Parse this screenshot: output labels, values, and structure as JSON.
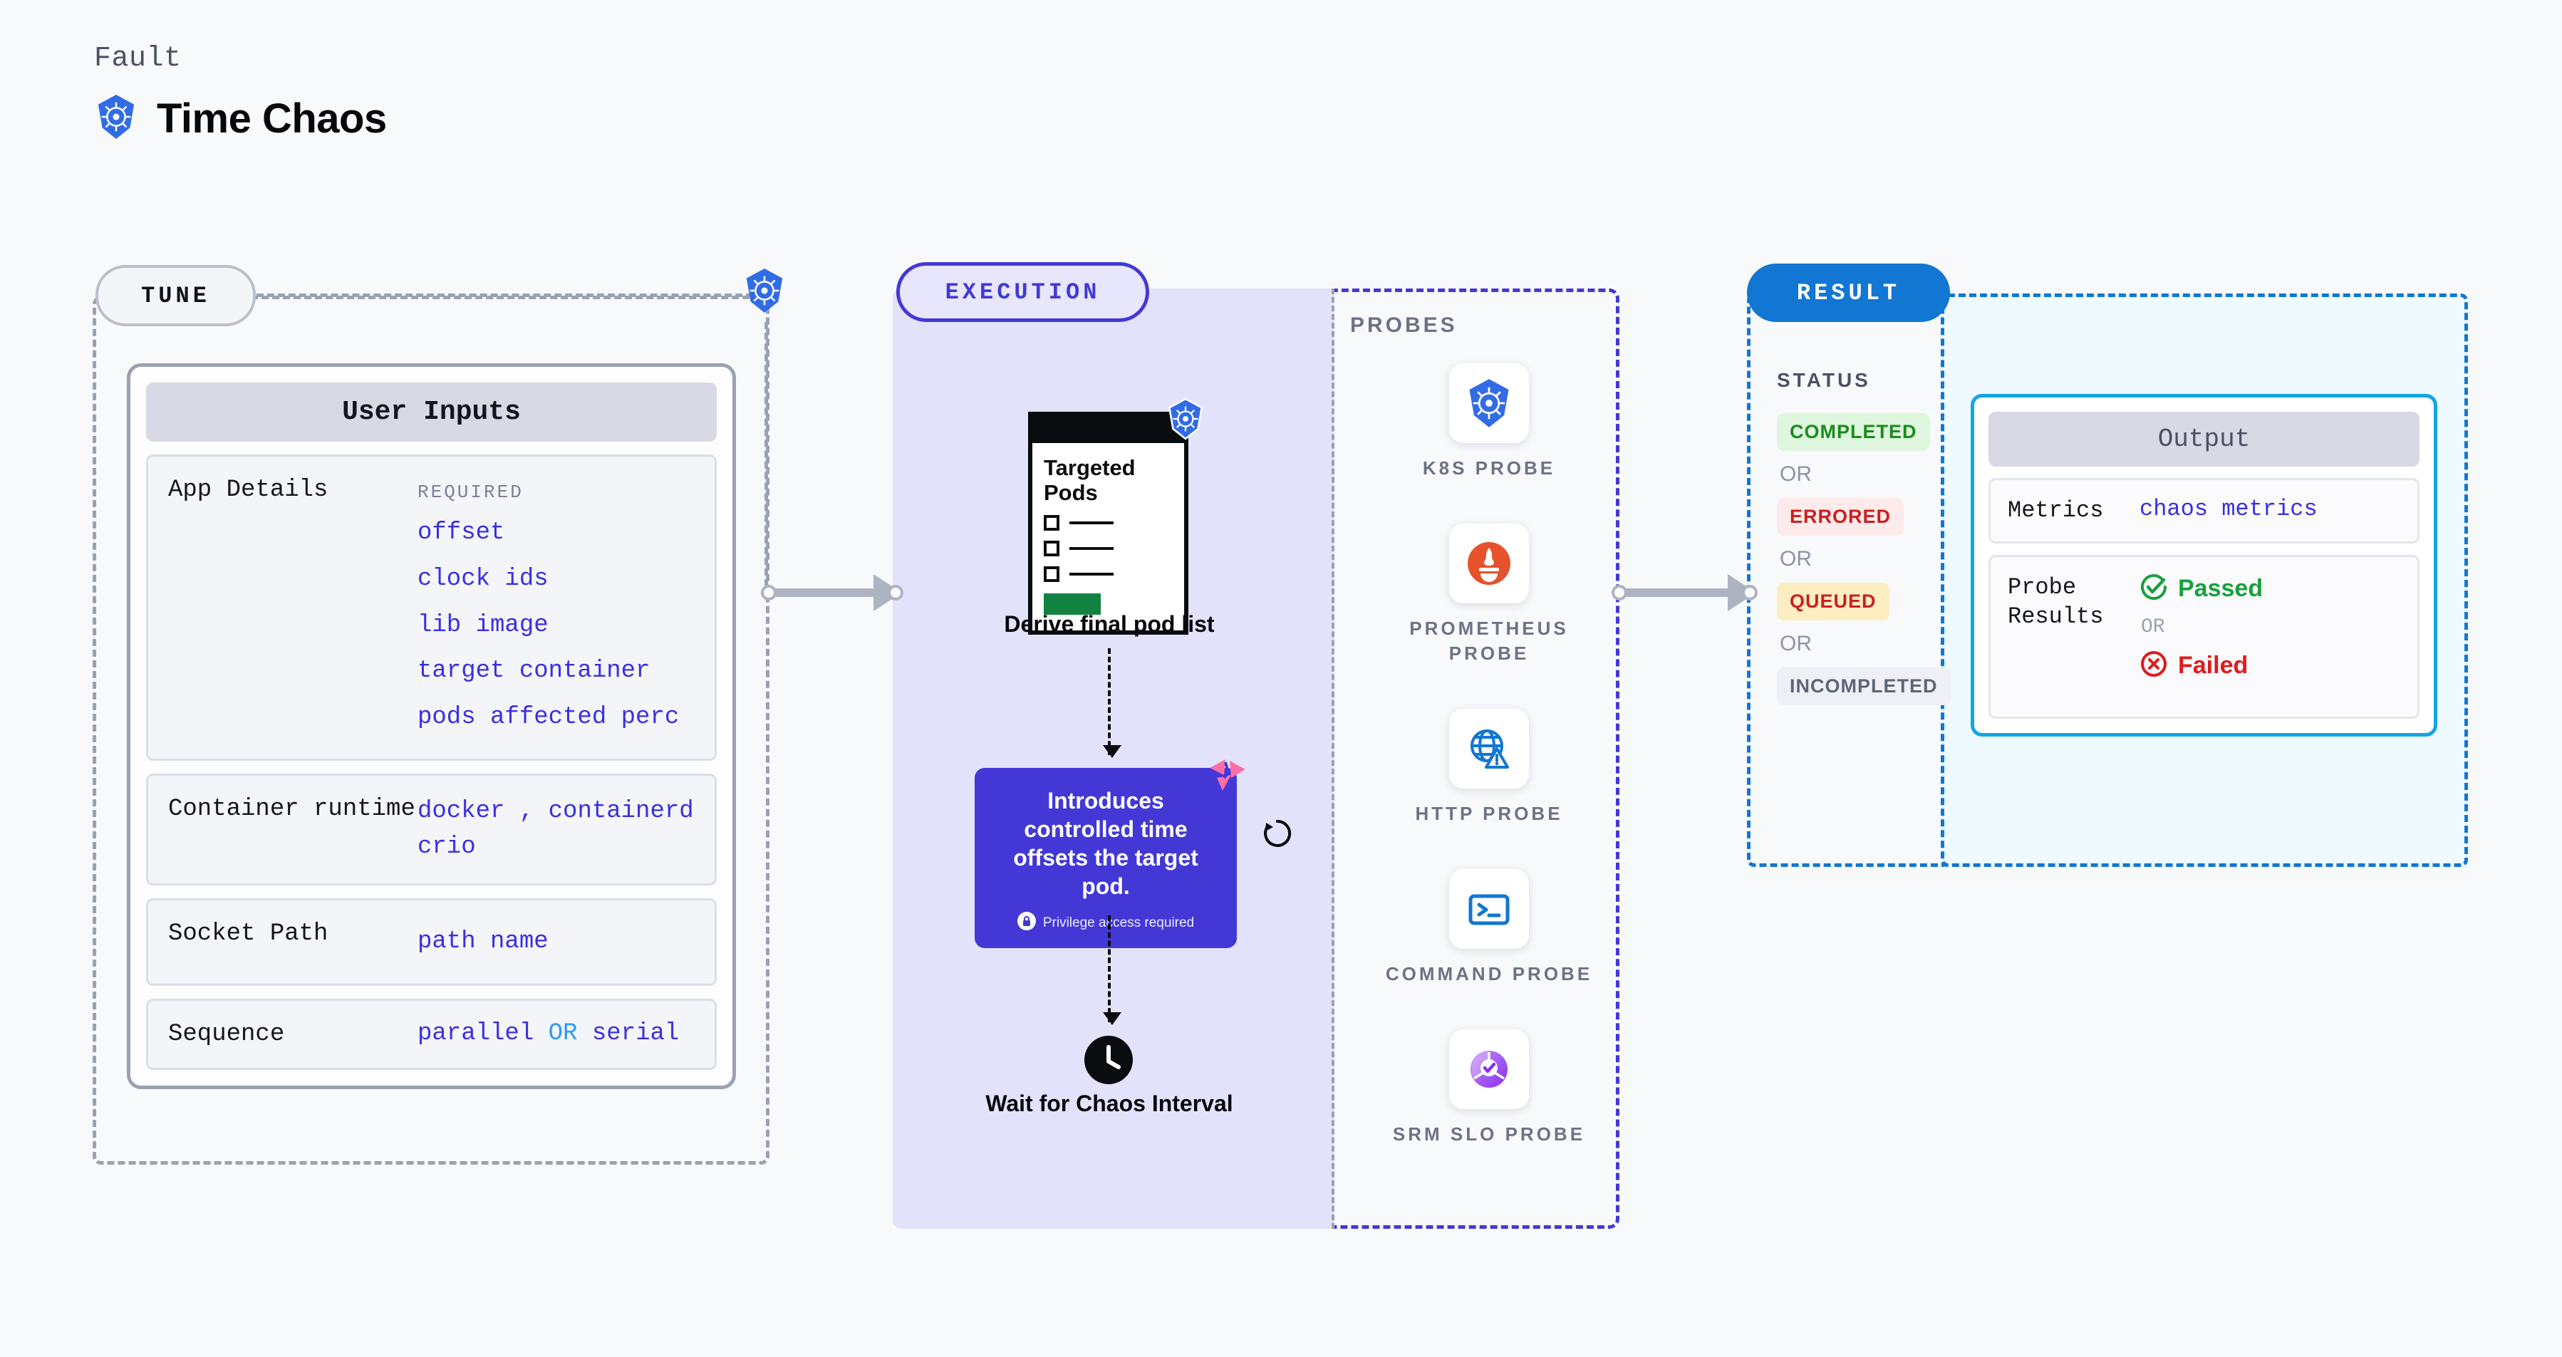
{
  "header": {
    "eyebrow": "Fault",
    "title": "Time Chaos",
    "icon": "kubernetes-icon"
  },
  "tune": {
    "pill": "TUNE",
    "badge_icon": "kubernetes-icon",
    "card_title": "User Inputs",
    "rows": [
      {
        "label": "App Details",
        "tag": "REQUIRED",
        "values": [
          "offset",
          "clock ids",
          "lib image",
          "target container",
          "pods affected perc"
        ]
      },
      {
        "label": "Container runtime",
        "values": [
          "docker",
          ",",
          "containerd",
          "crio"
        ]
      },
      {
        "label": "Socket Path",
        "values": [
          "path name"
        ]
      },
      {
        "label": "Sequence",
        "values": [
          "parallel",
          "OR",
          "serial"
        ]
      }
    ]
  },
  "execution": {
    "pill": "EXECUTION",
    "pods_card": {
      "title": "Targeted Pods",
      "badge_icon": "kubernetes-icon"
    },
    "pods_caption": "Derive final pod list",
    "tooltip": {
      "text": "Introduces controlled time offsets the target pod.",
      "note": "Privilege access required",
      "note_icon": "lock-icon",
      "ribbon_icon": "chaos-ribbon-icon",
      "color": "#4338d6"
    },
    "retry_icon": "refresh-icon",
    "clock": {
      "icon": "clock-icon",
      "caption": "Wait for Chaos Interval"
    }
  },
  "probes": {
    "label": "PROBES",
    "items": [
      {
        "name": "K8S PROBE",
        "icon": "kubernetes-icon"
      },
      {
        "name": "PROMETHEUS PROBE",
        "icon": "prometheus-icon"
      },
      {
        "name": "HTTP PROBE",
        "icon": "globe-warning-icon"
      },
      {
        "name": "COMMAND PROBE",
        "icon": "terminal-icon"
      },
      {
        "name": "SRM SLO PROBE",
        "icon": "slo-donut-check-icon"
      }
    ]
  },
  "result": {
    "pill": "RESULT",
    "status_label": "STATUS",
    "or_text": "OR",
    "statuses": [
      {
        "text": "COMPLETED",
        "bg": "#ddf6dd",
        "fg": "#1d8a20"
      },
      {
        "text": "ERRORED",
        "bg": "#fdeaea",
        "fg": "#cc1f1f"
      },
      {
        "text": "QUEUED",
        "bg": "#fdeec2",
        "fg": "#cc1f1f"
      },
      {
        "text": "INCOMPLETED",
        "bg": "#eef0f5",
        "fg": "#5d6578"
      }
    ]
  },
  "output": {
    "title": "Output",
    "metrics_label": "Metrics",
    "metrics_value": "chaos metrics",
    "probe_results_label": "Probe Results",
    "passed": "Passed",
    "failed": "Failed",
    "or_text": "OR",
    "passed_icon": "check-circle-icon",
    "failed_icon": "x-circle-icon"
  }
}
